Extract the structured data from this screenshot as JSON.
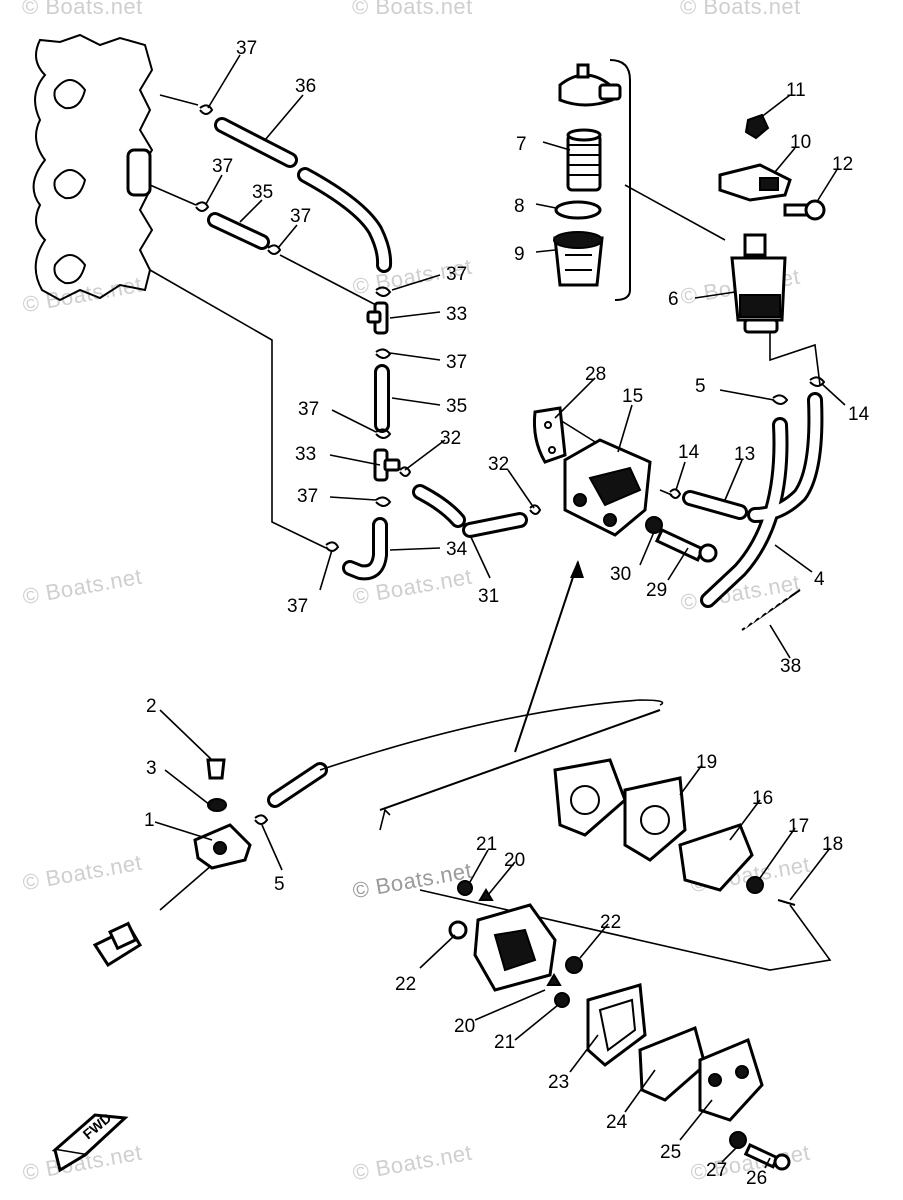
{
  "watermark": "© Boats.net",
  "fwd_label": "FWD",
  "labels": {
    "l1": "1",
    "l2": "2",
    "l3": "3",
    "l4": "4",
    "l5a": "5",
    "l5b": "5",
    "l6": "6",
    "l7": "7",
    "l8": "8",
    "l9": "9",
    "l10": "10",
    "l11": "11",
    "l12": "12",
    "l13": "13",
    "l14a": "14",
    "l14b": "14",
    "l15": "15",
    "l16": "16",
    "l17": "17",
    "l18": "18",
    "l19": "19",
    "l20a": "20",
    "l20b": "20",
    "l21a": "21",
    "l21b": "21",
    "l22a": "22",
    "l22b": "22",
    "l23": "23",
    "l24": "24",
    "l25": "25",
    "l26": "26",
    "l27": "27",
    "l28": "28",
    "l29": "29",
    "l30": "30",
    "l31": "31",
    "l32a": "32",
    "l32b": "32",
    "l33a": "33",
    "l33b": "33",
    "l34": "34",
    "l35a": "35",
    "l35b": "35",
    "l36": "36",
    "l37a": "37",
    "l37b": "37",
    "l37c": "37",
    "l37d": "37",
    "l37e": "37",
    "l37f": "37",
    "l37g": "37",
    "l37h": "37",
    "l38": "38"
  }
}
